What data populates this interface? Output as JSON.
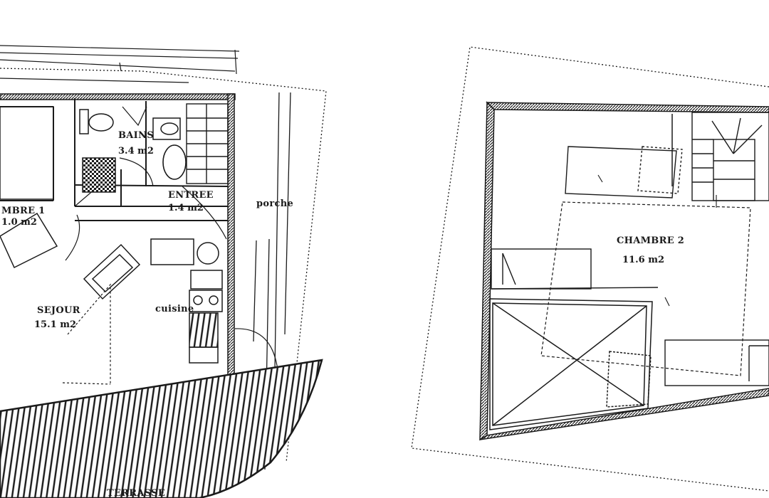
{
  "plan": {
    "ground_floor": {
      "rooms": [
        {
          "id": "chambre1",
          "label": "MBRE 1",
          "area": "1.0 m2"
        },
        {
          "id": "bains",
          "label": "BAINS",
          "area": "3.4 m2"
        },
        {
          "id": "entree",
          "label": "ENTREE",
          "area": "1.4 m2"
        },
        {
          "id": "sejour",
          "label": "SEJOUR",
          "area": "15.1 m2"
        },
        {
          "id": "cuisine",
          "label": "cuisine",
          "area": ""
        }
      ],
      "porche_label": "porche",
      "terrasse_label": "TERRASSE"
    },
    "upper_floor": {
      "rooms": [
        {
          "id": "chambre2",
          "label": "CHAMBRE 2",
          "area": "11.6 m2"
        }
      ]
    },
    "colors": {
      "ink": "#1a1a1a",
      "paper": "#ffffff"
    }
  }
}
